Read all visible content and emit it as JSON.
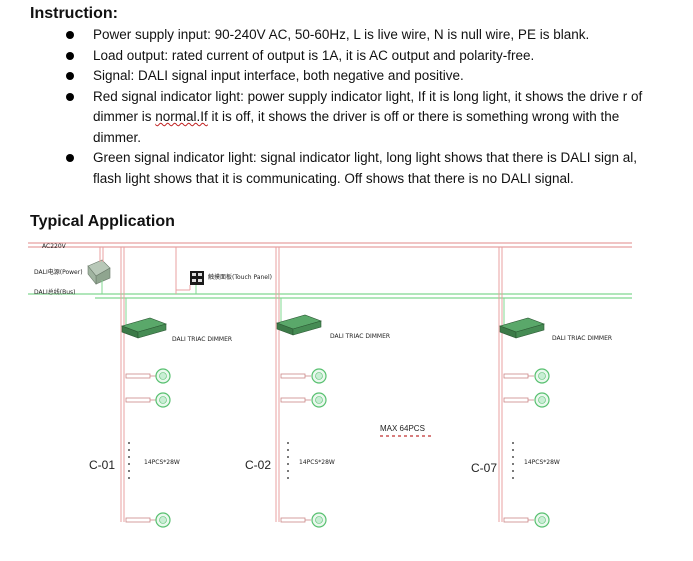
{
  "instruction": {
    "heading": "Instruction:",
    "items": [
      {
        "text": "Power supply input: 90-240V AC, 50-60Hz, L is live wire, N is null wire, PE is blank."
      },
      {
        "text": "Load output: rated current of output is 1A, it is AC output and polarity-free."
      },
      {
        "text": "Signal: DALI signal input interface, both negative and positive."
      },
      {
        "pre": "Red signal indicator light: power supply indicator light, If it is long light, it shows the drive r of dimmer is ",
        "underlined": "normal.If",
        "post": " it is off, it shows the driver is off or there is something wrong with the dimmer."
      },
      {
        "text": "Green signal indicator light: signal indicator light, long light shows that there is DALI sign al, flash light shows that it is communicating.  Off shows that there is no DALI signal."
      }
    ]
  },
  "application": {
    "heading": "Typical Application",
    "labels": {
      "ac": "AC220V",
      "dali_power": "DALI电源(Power)",
      "dali_bus": "DALI总线(Bus)",
      "touch_panel": "触摸面板(Touch Panel)",
      "dimmer": "DALI TRIAC DIMMER",
      "max": "MAX 64PCS",
      "lamps": "14PCS*28W"
    },
    "channels": [
      {
        "label": "C-01"
      },
      {
        "label": "C-02"
      },
      {
        "label": "C-07"
      }
    ],
    "colors": {
      "ac_line": "#e8a0a0",
      "bus_line": "#80d890",
      "lamp_wire": "#e8a0a0",
      "lamp_green": "#58c070",
      "dimmer_green": "#4a9a5a"
    }
  }
}
